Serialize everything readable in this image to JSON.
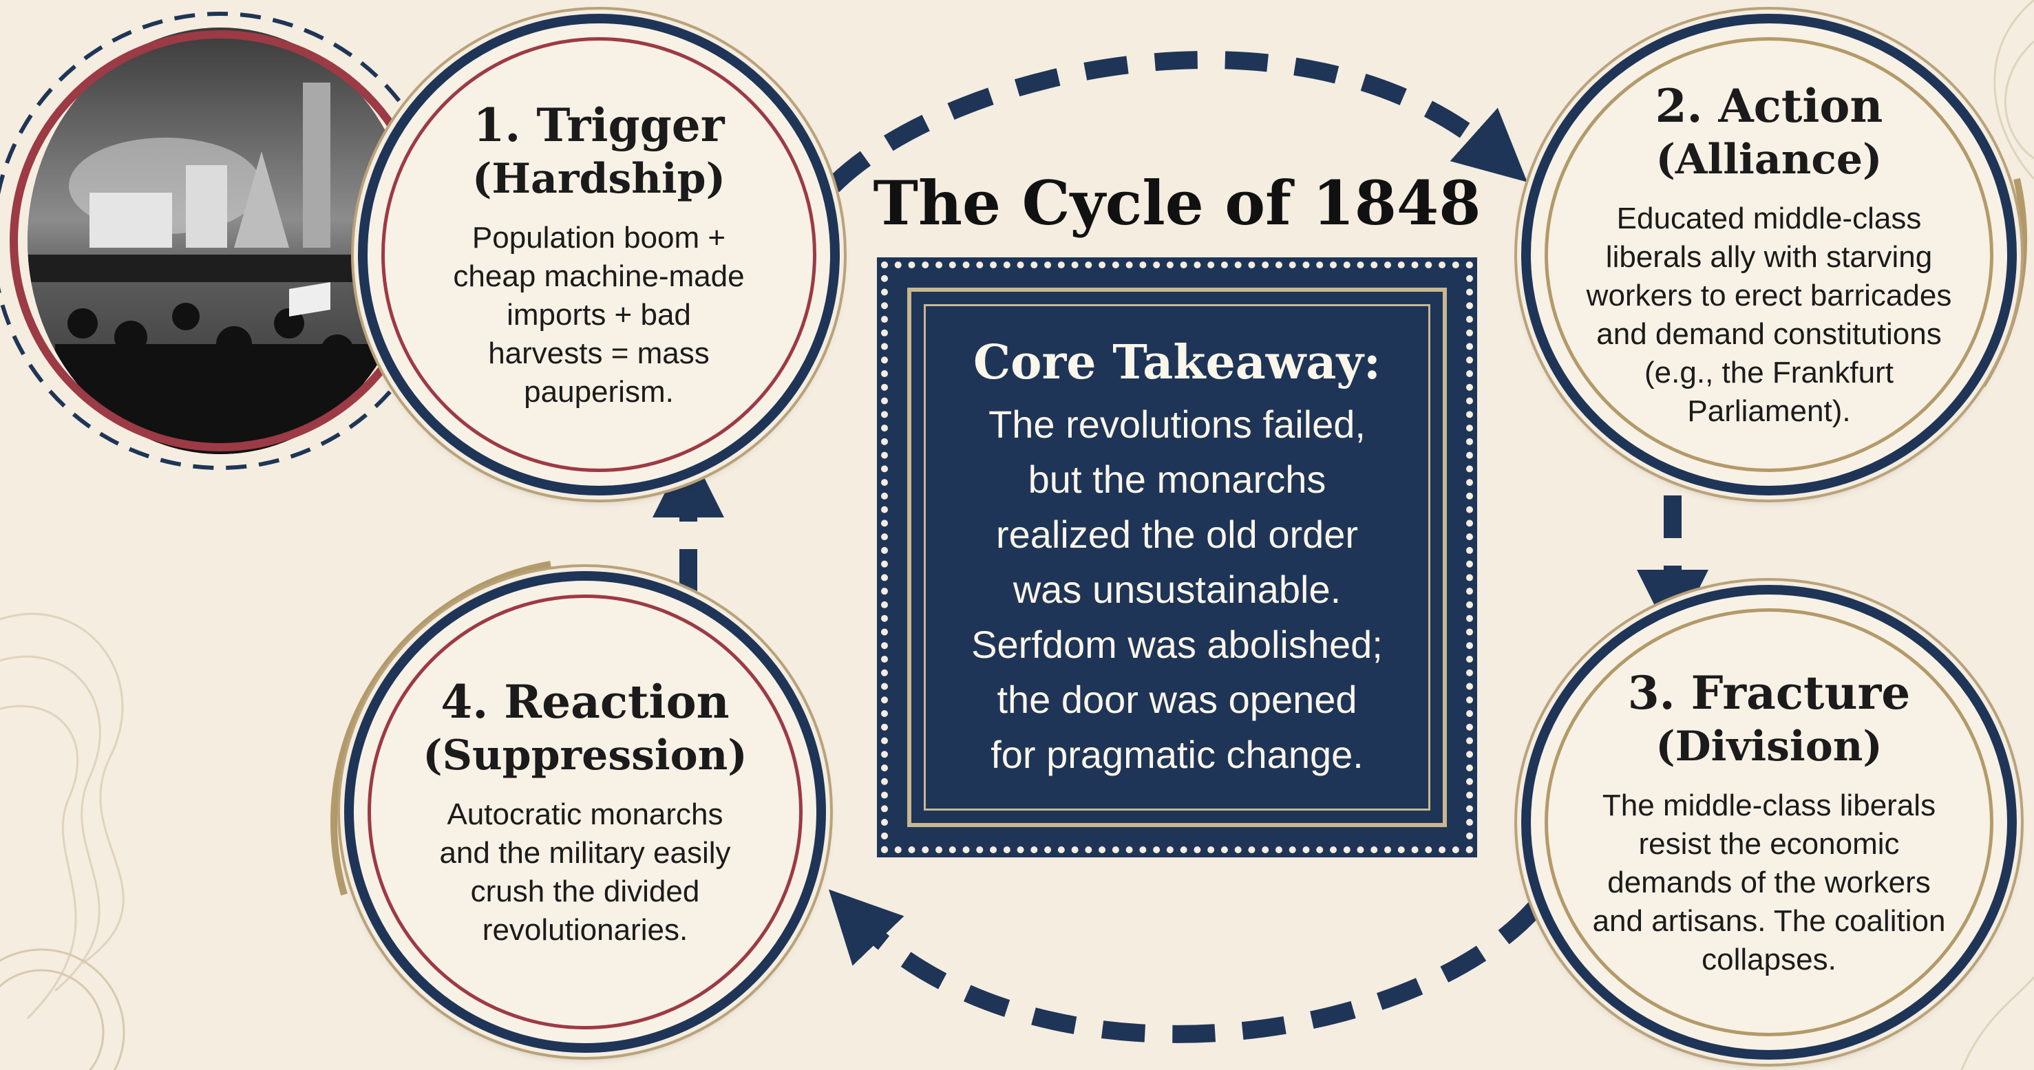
{
  "title": "The Cycle of 1848",
  "core_takeaway": {
    "heading": "Core Takeaway:",
    "text": "The revolutions failed,\nbut the monarchs\nrealized the old order\nwas unsustainable.\nSerfdom was abolished;\nthe door was opened\nfor pragmatic change."
  },
  "steps": [
    {
      "title": "1. Trigger",
      "subtitle": "(Hardship)",
      "text": "Population boom +\ncheap machine-made\nimports + bad\nharvests = mass\npauperism."
    },
    {
      "title": "2. Action",
      "subtitle": "(Alliance)",
      "text": "Educated middle-class\nliberals ally with starving\nworkers to erect barricades\nand demand constitutions\n(e.g., the Frankfurt\nParliament)."
    },
    {
      "title": "3. Fracture",
      "subtitle": "(Division)",
      "text": "The middle-class liberals\nresist the economic\ndemands of the workers\nand artisans. The coalition\ncollapses."
    },
    {
      "title": "4. Reaction",
      "subtitle": "(Suppression)",
      "text": "Autocratic monarchs\nand the military easily\ncrush the divided\nrevolutionaries."
    }
  ],
  "colors": {
    "navy": "#1f3557",
    "crimson": "#9c3a45",
    "gold": "#b39a6a",
    "parchment": "#f4ede0"
  },
  "icons": {
    "arrow": "dashed-arrow-icon",
    "photo": "revolution-engraving-image"
  }
}
